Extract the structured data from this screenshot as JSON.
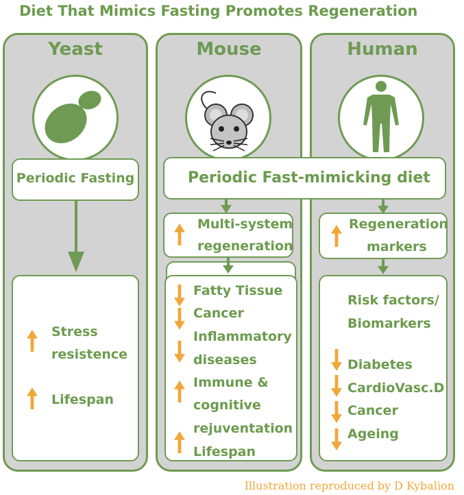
{
  "title": "Diet That Mimics Fasting Promotes Regeneration",
  "colors": {
    "green": "#6f9a54",
    "panel": "#d3d3d3",
    "orange": "#f0a73a"
  },
  "yeast": {
    "name": "Yeast",
    "intervention": "Periodic Fasting",
    "outcomes": [
      "Stress",
      "resistence",
      "Lifespan"
    ]
  },
  "mouse": {
    "name": "Mouse",
    "regen": [
      "Multi-system",
      "regeneration"
    ],
    "outcomes": [
      "Fatty Tissue",
      "Cancer",
      "Inflammatory",
      "diseases",
      "Immune &",
      "cognitive",
      "rejuventation",
      "Lifespan"
    ]
  },
  "shared": {
    "intervention": "Periodic Fast-mimicking diet"
  },
  "human": {
    "name": "Human",
    "regen": [
      "Regeneration",
      "markers"
    ],
    "risk_header": [
      "Risk factors/",
      "Biomarkers"
    ],
    "outcomes": [
      "Diabetes",
      "CardioVasc.D",
      "Cancer",
      "Ageing"
    ]
  },
  "credit": "Illustration reproduced by D Kybalion",
  "icons": [
    "yeast-cell-icon",
    "mouse-icon",
    "human-silhouette-icon",
    "up-arrow-icon",
    "down-arrow-icon"
  ]
}
